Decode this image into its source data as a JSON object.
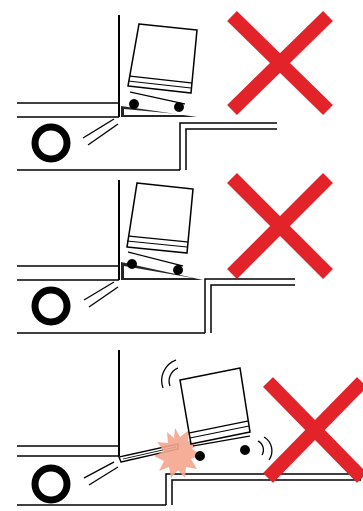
{
  "panels": [
    {
      "id": "incorrect-1",
      "verdict": "incorrect",
      "mark_icon": "red-x-icon"
    },
    {
      "id": "incorrect-2",
      "verdict": "incorrect",
      "mark_icon": "red-x-icon"
    },
    {
      "id": "incorrect-3",
      "verdict": "incorrect",
      "mark_icon": "red-x-icon",
      "hazard_icon": "impact-burst-icon"
    }
  ],
  "colors": {
    "mark": "#e2232a",
    "ink": "#000000",
    "impact": "#f4a58c",
    "background": "#ffffff"
  }
}
